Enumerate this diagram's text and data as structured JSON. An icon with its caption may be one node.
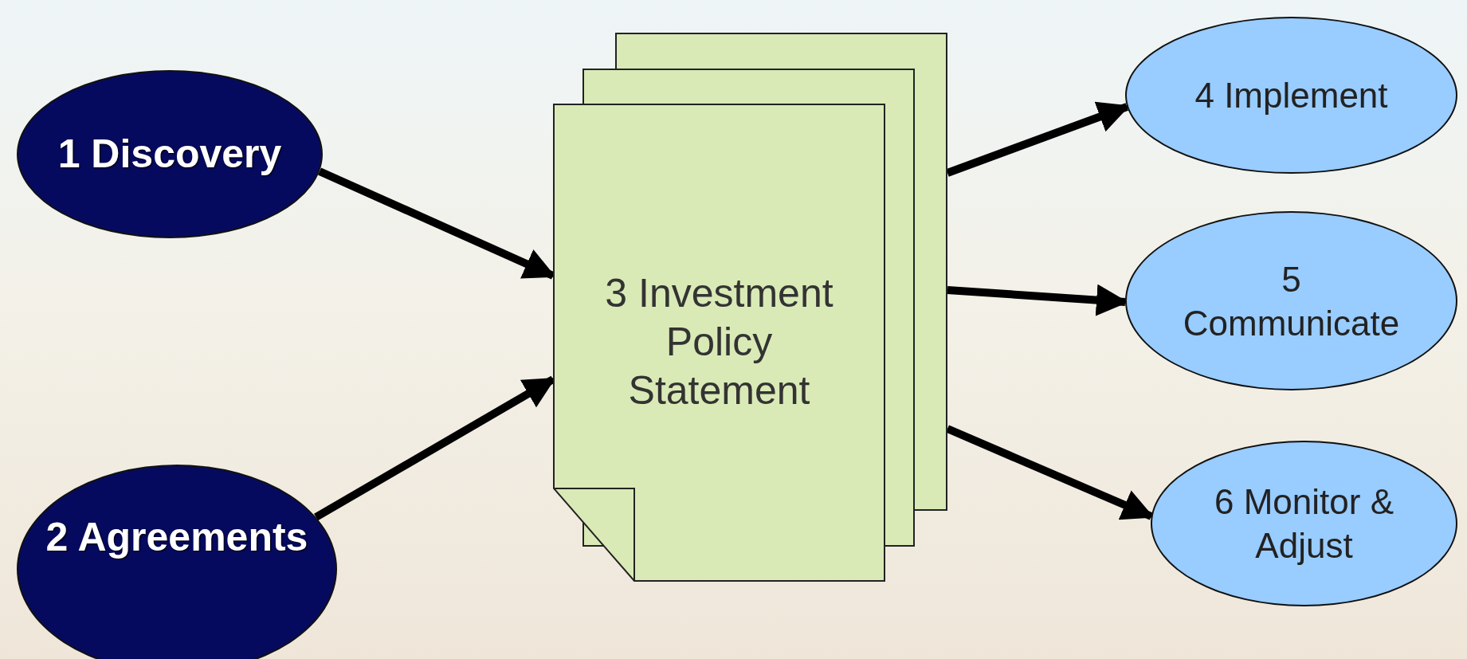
{
  "diagram": {
    "nodes": [
      {
        "text": [
          "1 Discovery"
        ]
      },
      {
        "text": [
          "2 Agreements"
        ]
      },
      {
        "text": [
          "3 Investment Policy Statement"
        ]
      },
      {
        "text": [
          "4 Implement"
        ]
      },
      {
        "text": [
          "5 Communicate"
        ]
      },
      {
        "text": [
          "6 Monitor & Adjust"
        ]
      }
    ],
    "edges": [
      {
        "from": 0,
        "to": 2,
        "arrow": "to"
      },
      {
        "from": 1,
        "to": 2,
        "arrow": "to"
      },
      {
        "from": 2,
        "to": 3,
        "arrow": "to"
      },
      {
        "from": 2,
        "to": 4,
        "arrow": "to"
      },
      {
        "from": 2,
        "to": 5,
        "arrow": "to"
      }
    ]
  }
}
